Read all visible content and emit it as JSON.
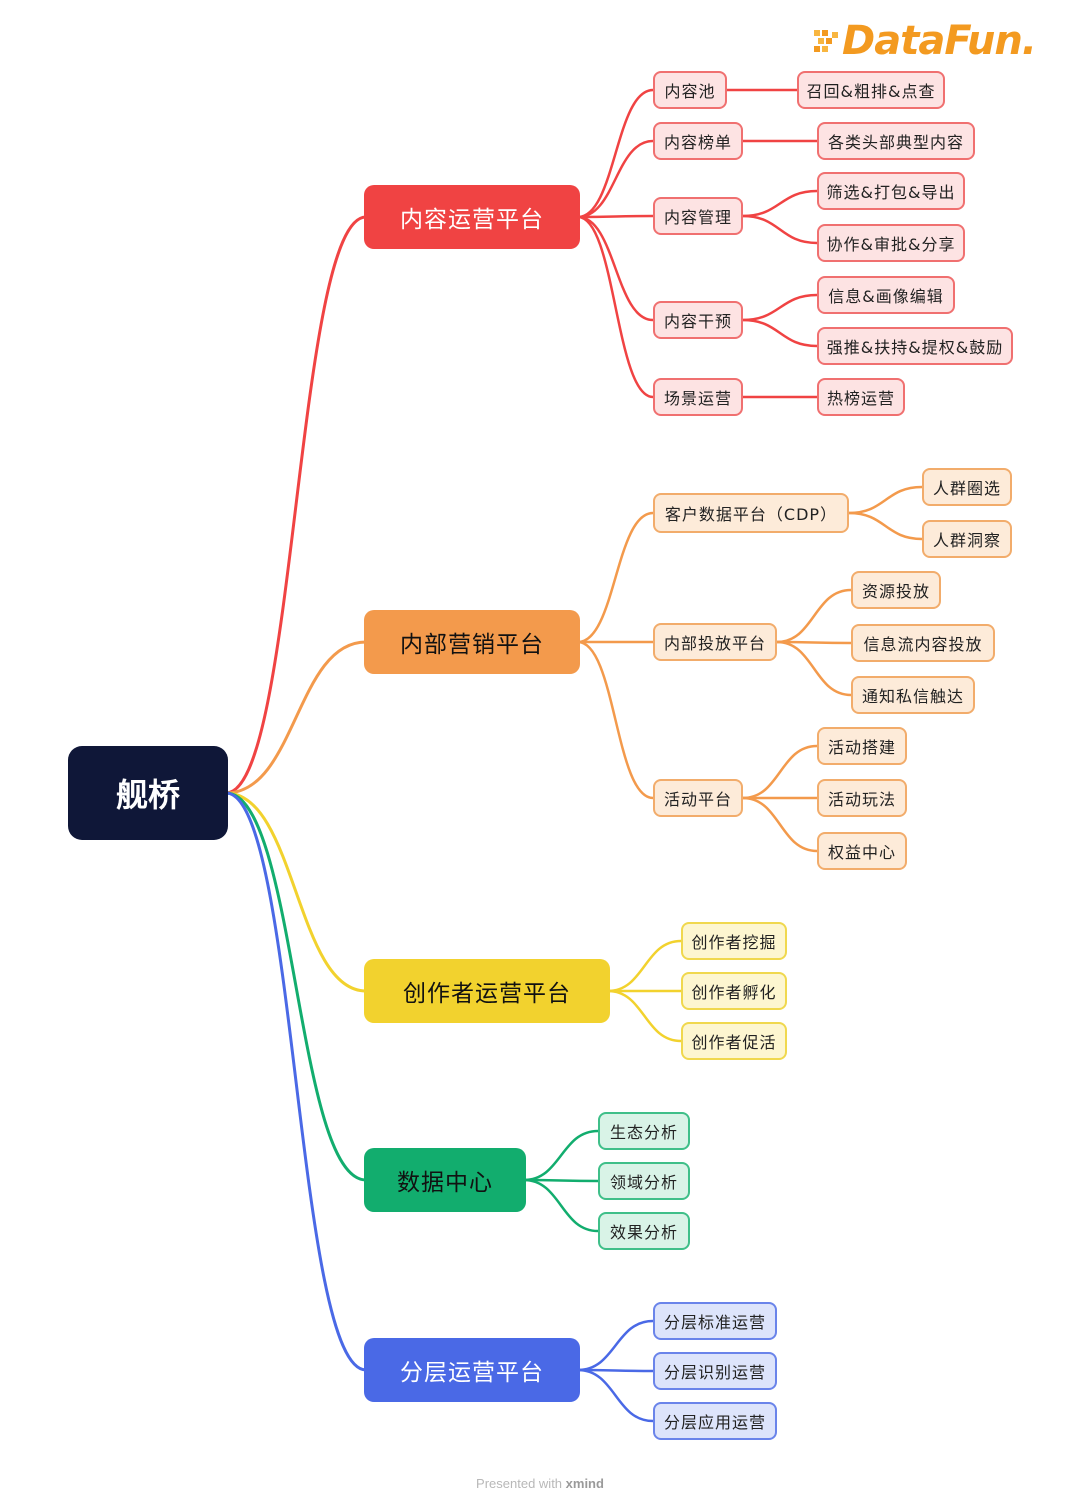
{
  "logo": {
    "text": "DataFun."
  },
  "footer": {
    "prefix": "Presented with ",
    "brand": "xmind"
  },
  "colors": {
    "root": "#0f1738",
    "red": "#f04343",
    "orange": "#f39a4c",
    "yellow": "#f2d22e",
    "green": "#12ad6e",
    "blue": "#4a69e6"
  },
  "mindmap": {
    "root": "舰桥",
    "branches": [
      {
        "label": "内容运营平台",
        "color": "red",
        "text_color": "#ffffff",
        "children": [
          {
            "label": "内容池",
            "children": [
              {
                "label": "召回&粗排&点查"
              }
            ]
          },
          {
            "label": "内容榜单",
            "children": [
              {
                "label": "各类头部典型内容"
              }
            ]
          },
          {
            "label": "内容管理",
            "children": [
              {
                "label": "筛选&打包&导出"
              },
              {
                "label": "协作&审批&分享"
              }
            ]
          },
          {
            "label": "内容干预",
            "children": [
              {
                "label": "信息&画像编辑"
              },
              {
                "label": "强推&扶持&提权&鼓励"
              }
            ]
          },
          {
            "label": "场景运营",
            "children": [
              {
                "label": "热榜运营"
              }
            ]
          }
        ]
      },
      {
        "label": "内部营销平台",
        "color": "orange",
        "text_color": "#111111",
        "children": [
          {
            "label": "客户数据平台（CDP）",
            "children": [
              {
                "label": "人群圈选"
              },
              {
                "label": "人群洞察"
              }
            ]
          },
          {
            "label": "内部投放平台",
            "children": [
              {
                "label": "资源投放"
              },
              {
                "label": "信息流内容投放"
              },
              {
                "label": "通知私信触达"
              }
            ]
          },
          {
            "label": "活动平台",
            "children": [
              {
                "label": "活动搭建"
              },
              {
                "label": "活动玩法"
              },
              {
                "label": "权益中心"
              }
            ]
          }
        ]
      },
      {
        "label": "创作者运营平台",
        "color": "yellow",
        "text_color": "#111111",
        "children": [
          {
            "label": "创作者挖掘"
          },
          {
            "label": "创作者孵化"
          },
          {
            "label": "创作者促活"
          }
        ]
      },
      {
        "label": "数据中心",
        "color": "green",
        "text_color": "#111111",
        "children": [
          {
            "label": "生态分析"
          },
          {
            "label": "领域分析"
          },
          {
            "label": "效果分析"
          }
        ]
      },
      {
        "label": "分层运营平台",
        "color": "blue",
        "text_color": "#ffffff",
        "children": [
          {
            "label": "分层标准运营"
          },
          {
            "label": "分层识别运营"
          },
          {
            "label": "分层应用运营"
          }
        ]
      }
    ]
  }
}
